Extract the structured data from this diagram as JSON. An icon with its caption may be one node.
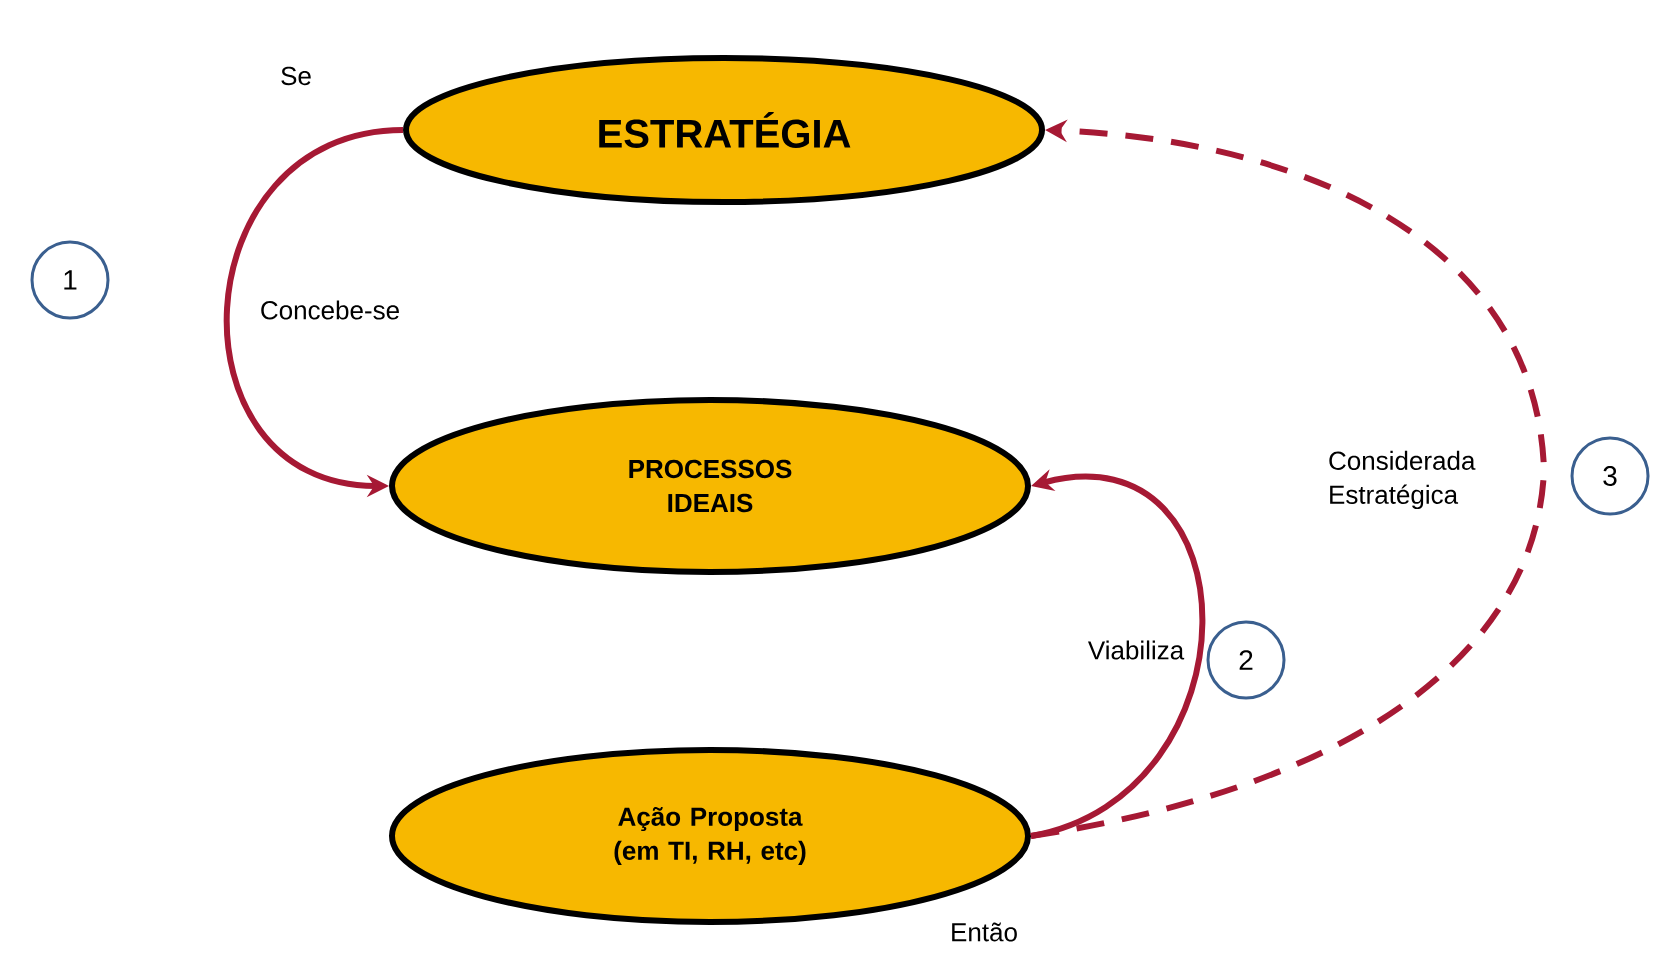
{
  "diagram": {
    "nodes": [
      {
        "text": [
          "ESTRATÉGIA"
        ]
      },
      {
        "text": [
          "PROCESSOS IDEAIS"
        ]
      },
      {
        "text": [
          "Ação Proposta (em TI, RH, etc)"
        ]
      },
      {
        "text": [
          "1"
        ]
      },
      {
        "text": [
          "2"
        ]
      },
      {
        "text": [
          "3"
        ]
      }
    ],
    "edges": [
      {
        "from": 0,
        "to": 1,
        "arrow": "to",
        "label": "Concebe-se"
      },
      {
        "from": 2,
        "to": 1,
        "arrow": "to",
        "label": "Viabiliza"
      },
      {
        "from": 2,
        "to": 0,
        "arrow": "to",
        "label": "Considerada Estratégica",
        "style": "dashed"
      }
    ],
    "labels": [
      "Se",
      "Então"
    ]
  }
}
